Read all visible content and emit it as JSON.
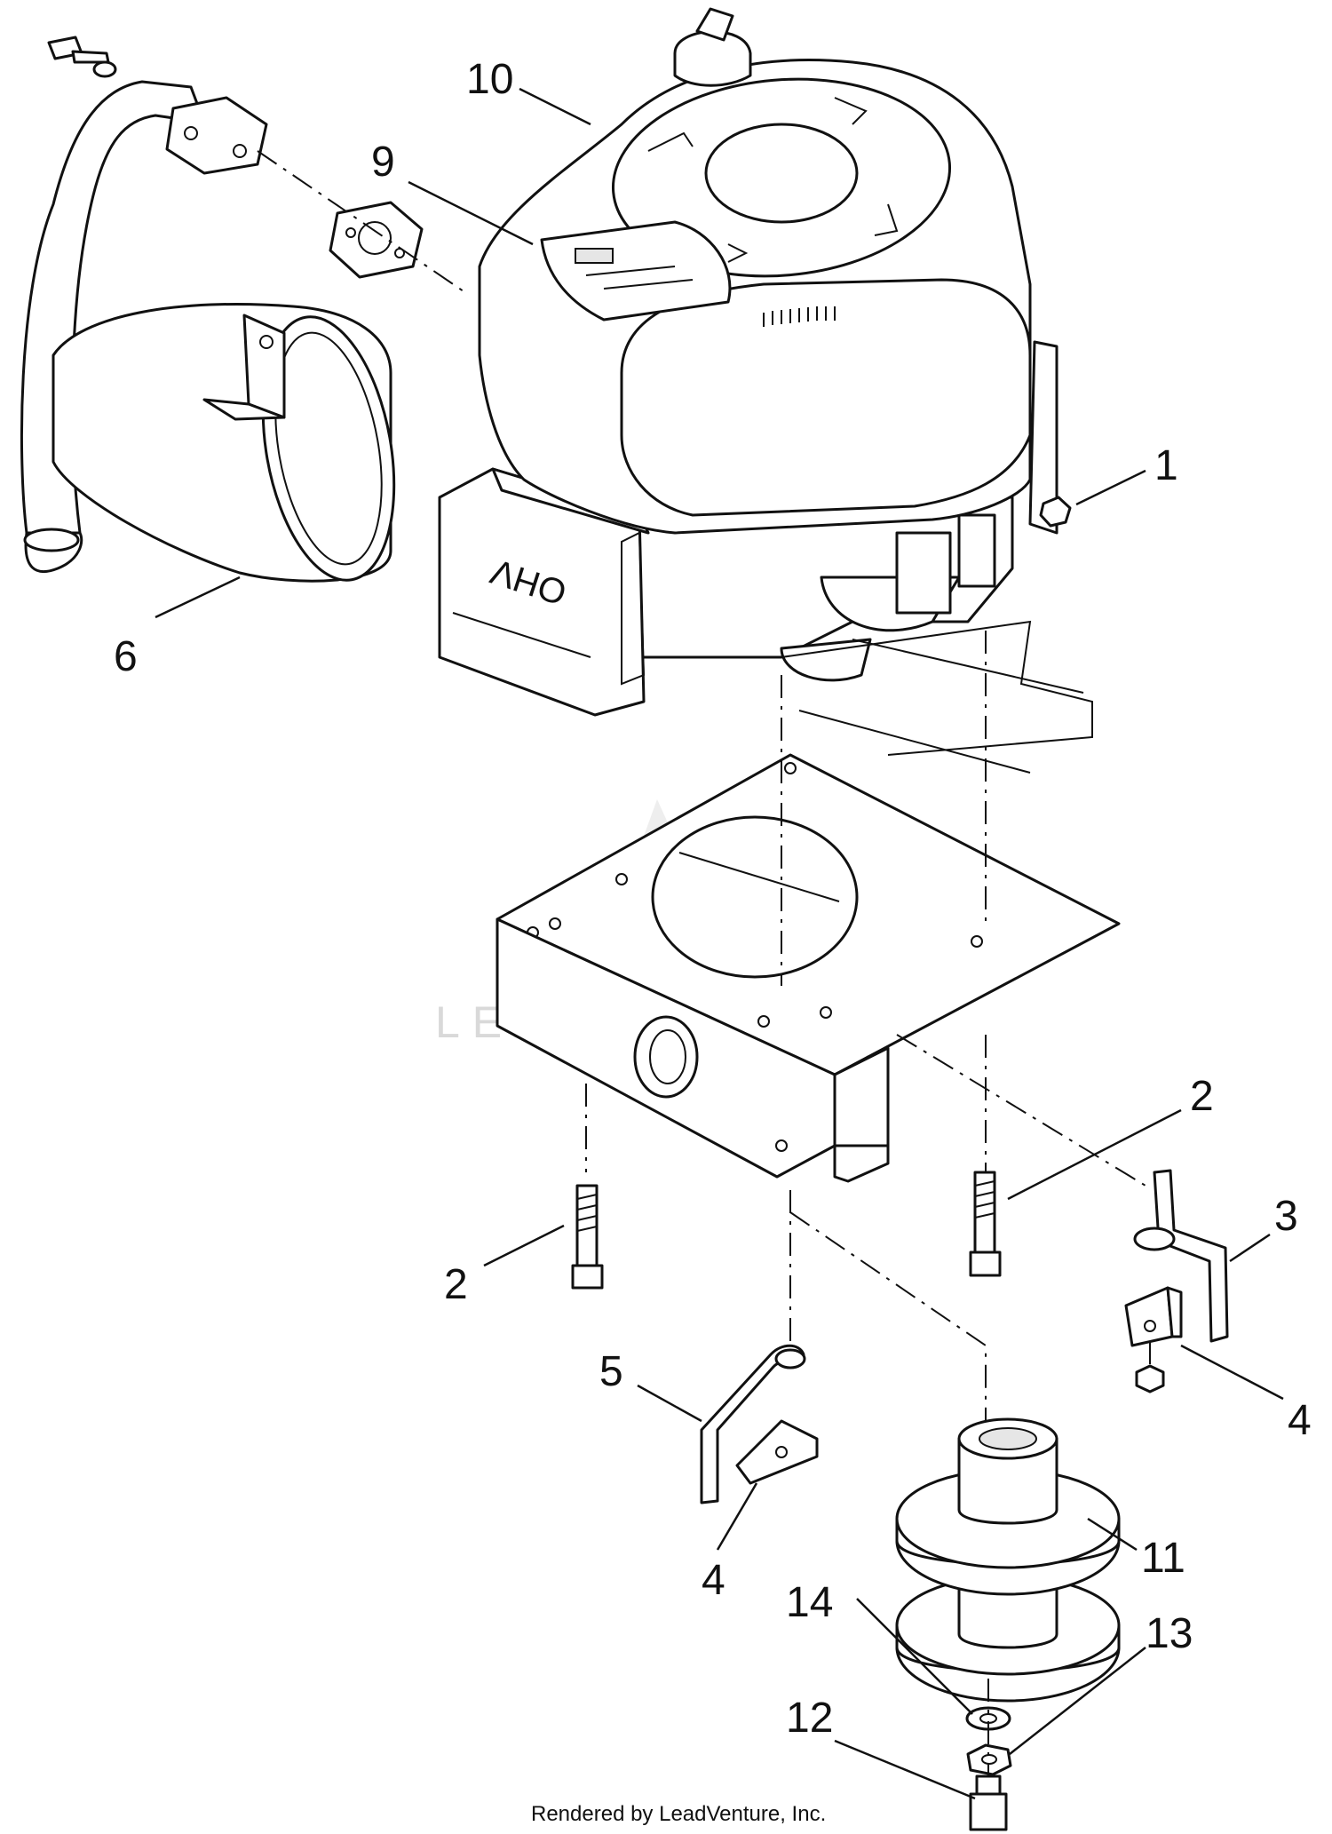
{
  "diagram": {
    "callouts": [
      {
        "id": "callout-10",
        "label": "10"
      },
      {
        "id": "callout-9",
        "label": "9"
      },
      {
        "id": "callout-1",
        "label": "1"
      },
      {
        "id": "callout-6",
        "label": "6"
      },
      {
        "id": "callout-2a",
        "label": "2"
      },
      {
        "id": "callout-2b",
        "label": "2"
      },
      {
        "id": "callout-3",
        "label": "3"
      },
      {
        "id": "callout-4a",
        "label": "4"
      },
      {
        "id": "callout-5",
        "label": "5"
      },
      {
        "id": "callout-4b",
        "label": "4"
      },
      {
        "id": "callout-11",
        "label": "11"
      },
      {
        "id": "callout-14",
        "label": "14"
      },
      {
        "id": "callout-13",
        "label": "13"
      },
      {
        "id": "callout-12",
        "label": "12"
      }
    ],
    "engine_label": "OHV",
    "watermark": "LEADVENTURE",
    "footer": "Rendered by LeadVenture, Inc."
  }
}
